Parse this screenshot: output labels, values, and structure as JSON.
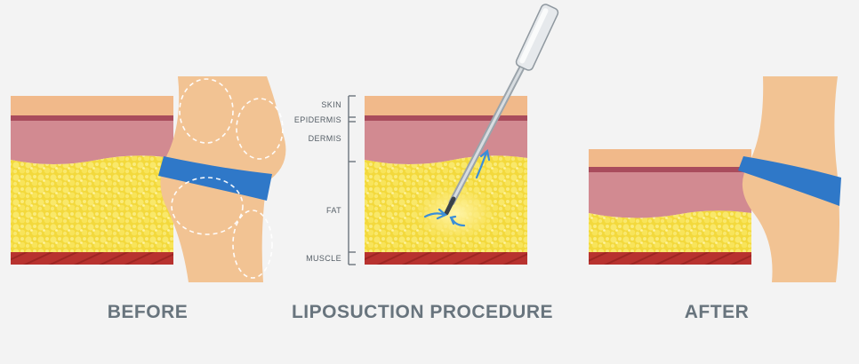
{
  "captions": {
    "before": "BEFORE",
    "procedure": "LIPOSUCTION PROCEDURE",
    "after": "AFTER"
  },
  "layer_labels": {
    "skin": "SKIN",
    "epidermis": "EPIDERMIS",
    "dermis": "DERMIS",
    "fat": "FAT",
    "muscle": "MUSCLE"
  },
  "colors": {
    "background": "#f3f3f3",
    "skin": "#f1b98a",
    "epidermis": "#a94c5c",
    "dermis": "#d28a91",
    "fat": "#f6e04b",
    "muscle": "#b8322f",
    "body": "#f2c393",
    "band": "#2f78c8",
    "caption": "#68747d"
  },
  "icons": [
    "liposuction-cannula-icon",
    "fat-flow-arrow-icon"
  ]
}
